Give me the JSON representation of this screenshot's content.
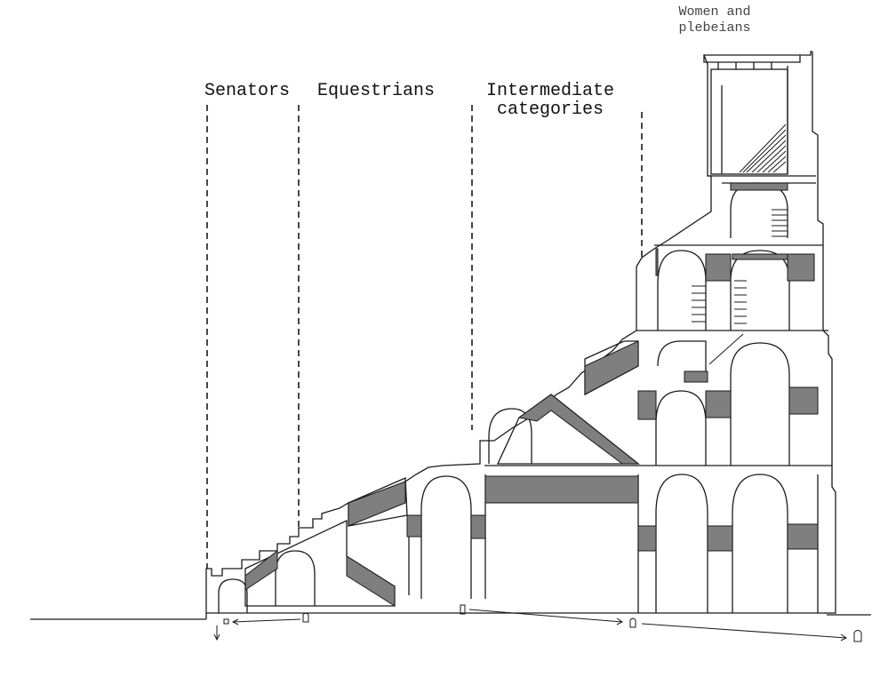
{
  "labels": {
    "women": "Women and\nplebeians",
    "senators": "Senators",
    "equestrians": "Equestrians",
    "intermediate": "Intermediate\ncategories"
  },
  "colors": {
    "ink": "#1a1a1a",
    "shade": "#7f7f7f",
    "paper": "#ffffff"
  },
  "icons": [
    "entrance-arrow-icon",
    "doorway-icon"
  ]
}
